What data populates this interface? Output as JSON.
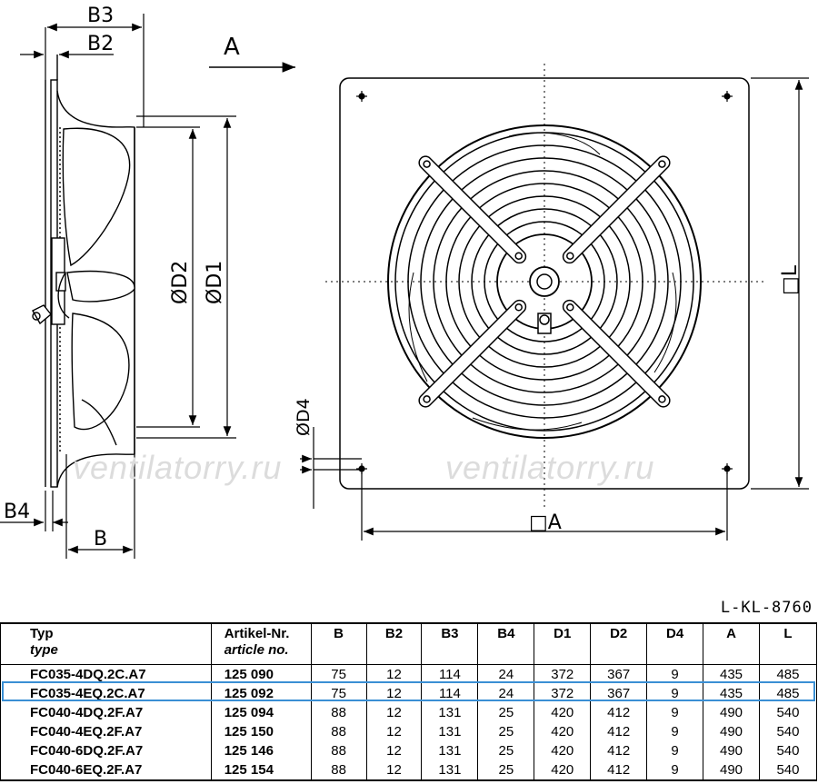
{
  "drawing": {
    "labels": {
      "b3": "B3",
      "b2": "B2",
      "arrow": "A",
      "d2": "ØD2",
      "d1": "ØD1",
      "d4": "ØD4",
      "b4": "B4",
      "b": "B",
      "square_l": "□L",
      "square_a": "□A"
    },
    "watermark": "ventilatorry.ru",
    "drawing_code": "L-KL-8760"
  },
  "table": {
    "headers": [
      {
        "main": "Typ",
        "sub": "type"
      },
      {
        "main": "Artikel-Nr.",
        "sub": "article no."
      },
      {
        "main": "B",
        "sub": ""
      },
      {
        "main": "B2",
        "sub": ""
      },
      {
        "main": "B3",
        "sub": ""
      },
      {
        "main": "B4",
        "sub": ""
      },
      {
        "main": "D1",
        "sub": ""
      },
      {
        "main": "D2",
        "sub": ""
      },
      {
        "main": "D4",
        "sub": ""
      },
      {
        "main": "A",
        "sub": ""
      },
      {
        "main": "L",
        "sub": ""
      }
    ],
    "rows": [
      [
        "FC035-4DQ.2C.A7",
        "125 090",
        "75",
        "12",
        "114",
        "24",
        "372",
        "367",
        "9",
        "435",
        "485"
      ],
      [
        "FC035-4EQ.2C.A7",
        "125 092",
        "75",
        "12",
        "114",
        "24",
        "372",
        "367",
        "9",
        "435",
        "485"
      ],
      [
        "FC040-4DQ.2F.A7",
        "125 094",
        "88",
        "12",
        "131",
        "25",
        "420",
        "412",
        "9",
        "490",
        "540"
      ],
      [
        "FC040-4EQ.2F.A7",
        "125 150",
        "88",
        "12",
        "131",
        "25",
        "420",
        "412",
        "9",
        "490",
        "540"
      ],
      [
        "FC040-6DQ.2F.A7",
        "125 146",
        "88",
        "12",
        "131",
        "25",
        "420",
        "412",
        "9",
        "490",
        "540"
      ],
      [
        "FC040-6EQ.2F.A7",
        "125 154",
        "88",
        "12",
        "131",
        "25",
        "420",
        "412",
        "9",
        "490",
        "540"
      ]
    ],
    "selected_row": 1,
    "highlight_color": "#3a8fd4"
  }
}
